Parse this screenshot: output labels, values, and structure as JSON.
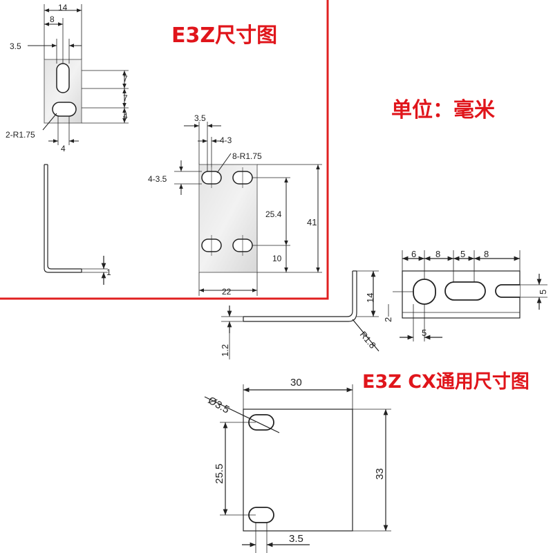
{
  "titles": {
    "e3z": "E3Z尺寸图",
    "unit": "单位：毫米",
    "e3z_cx": "E3Z CX通用尺寸图"
  },
  "bracket_small": {
    "width": "14",
    "hole_offset": "8",
    "slot_width": "3.5",
    "pitch_1": "7",
    "pitch_2": "7",
    "bottom_margin": "4",
    "radius": "2-R1.75",
    "side_margin": "4",
    "thickness": "1"
  },
  "bracket_large": {
    "slot_width": "3.5",
    "pitch": "4-3",
    "radius": "8-R1.75",
    "slot_height": "4-3.5",
    "hole_spacing": "25.4",
    "height": "41",
    "bottom": "10",
    "width": "22"
  },
  "bracket_cx_top": {
    "d1": "6",
    "d2": "8",
    "d3": "5",
    "d4": "8",
    "slot": "5",
    "bottom_slot": "5",
    "flange": "14",
    "gap": "2",
    "thickness": "1.2",
    "radius": "R1.8"
  },
  "bracket_cx_front": {
    "width": "30",
    "hole": "Ø3.5",
    "spacing": "25.5",
    "height": "33",
    "offset": "3.5"
  }
}
